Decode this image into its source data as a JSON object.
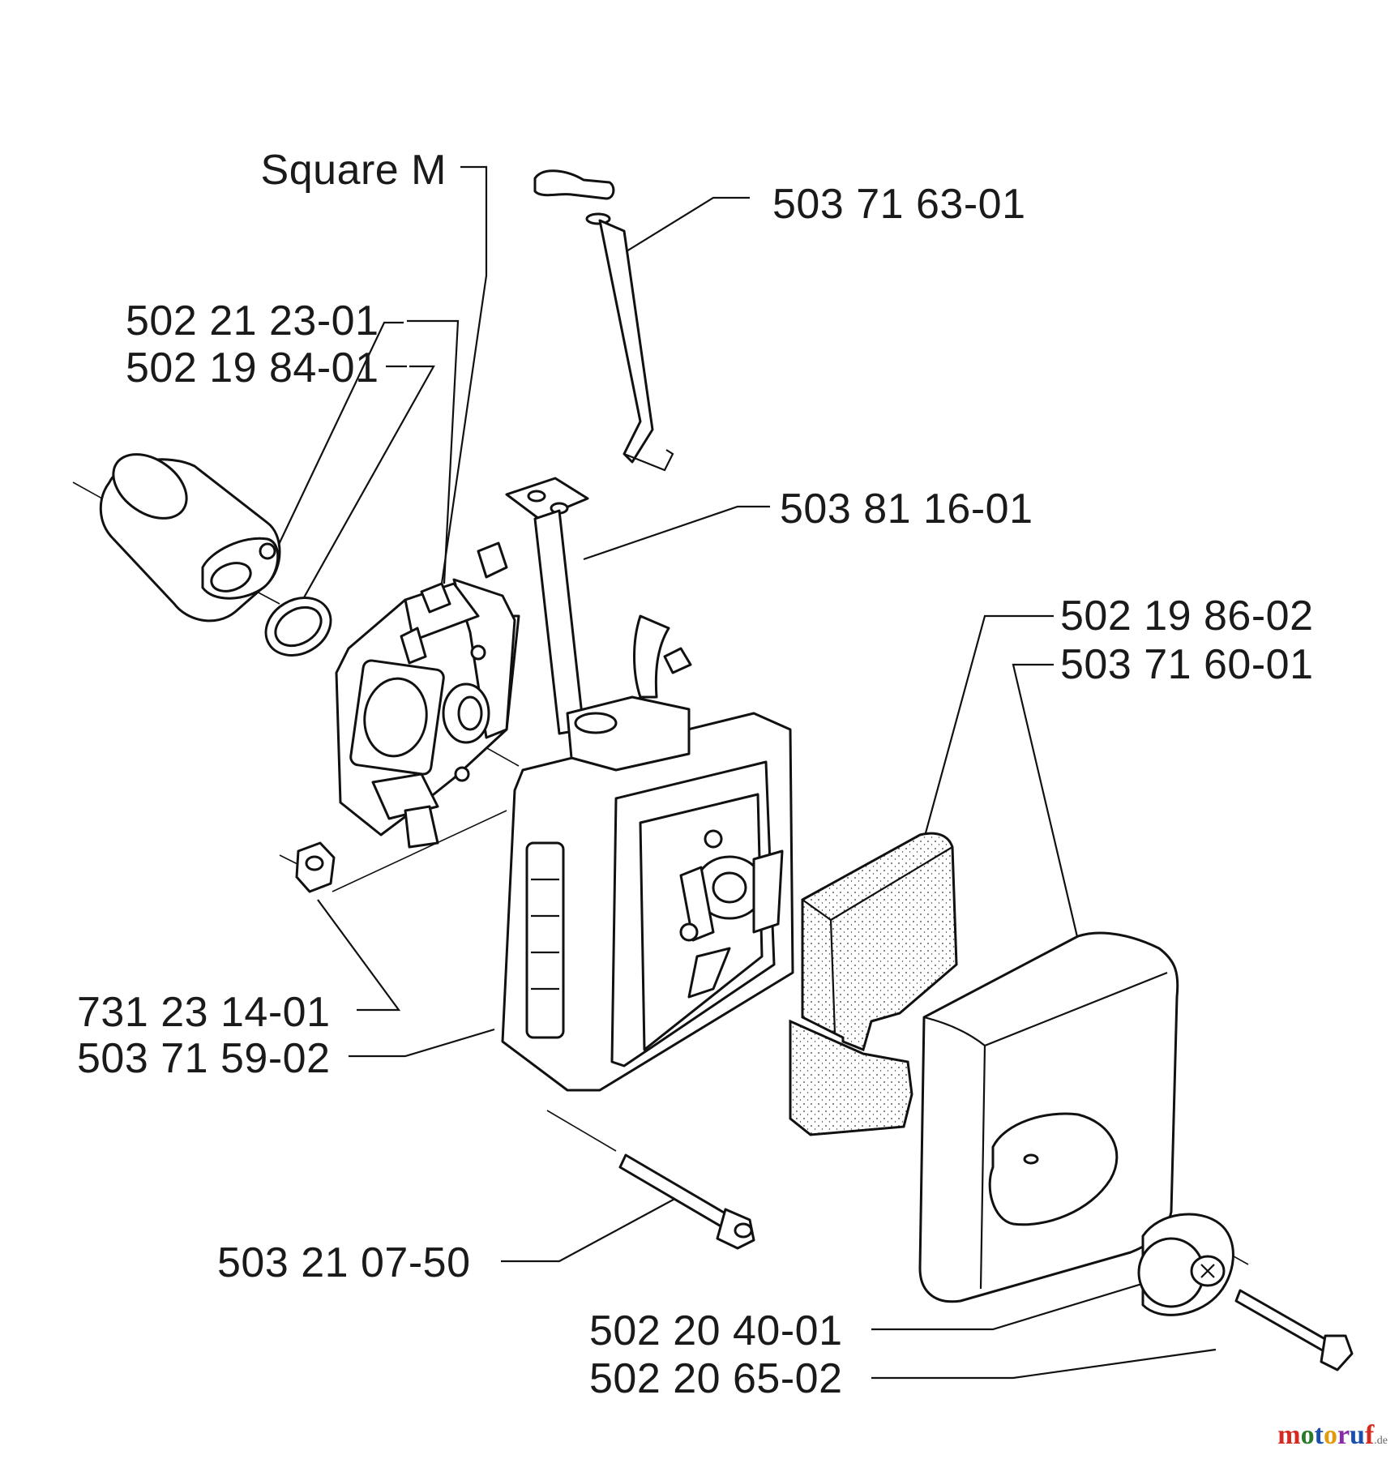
{
  "labels": {
    "square_m": "Square M",
    "p_503_71_63_01": "503 71 63-01",
    "p_502_21_23_01": "502 21 23-01",
    "p_502_19_84_01": "502 19 84-01",
    "p_503_81_16_01": "503 81 16-01",
    "p_502_19_86_02": "502 19 86-02",
    "p_503_71_60_01": "503 71 60-01",
    "p_731_23_14_01": "731 23 14-01",
    "p_503_71_59_02": "503 71 59-02",
    "p_503_21_07_50": "503 21 07-50",
    "p_502_20_40_01": "502 20 40-01",
    "p_502_20_65_02": "502 20 65-02"
  },
  "watermark": {
    "letters": [
      "m",
      "o",
      "t",
      "o",
      "r",
      "u",
      "f"
    ],
    "suffix": ".de",
    "colors": [
      "#d42a1f",
      "#2a7a2a",
      "#1a4fb0",
      "#e39b0e",
      "#8a2aa8",
      "#1a4fb0",
      "#d42a1f"
    ]
  }
}
